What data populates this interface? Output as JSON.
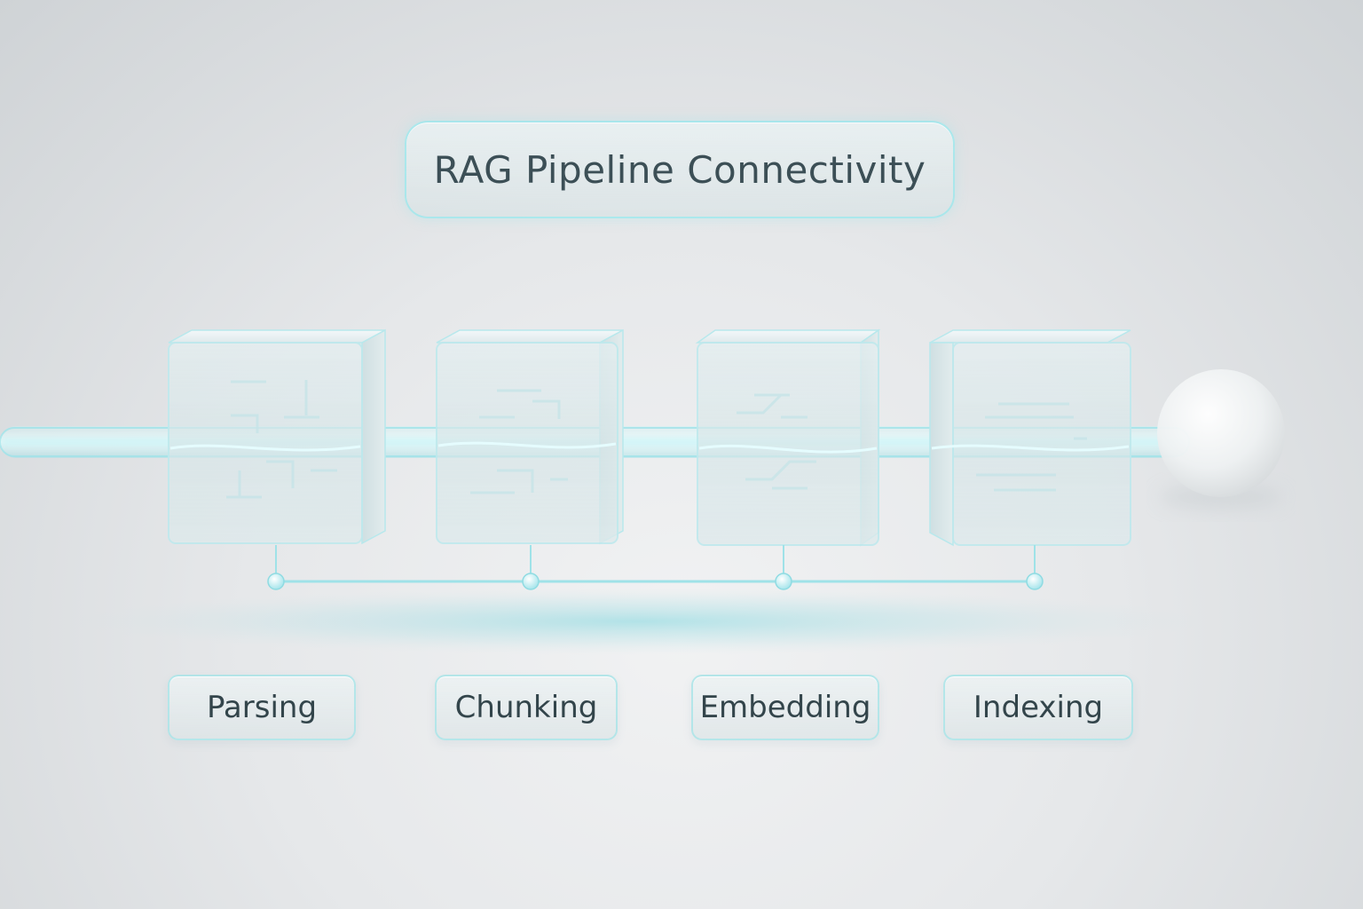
{
  "title": "RAG Pipeline Connectivity",
  "stages": [
    {
      "label": "Parsing"
    },
    {
      "label": "Chunking"
    },
    {
      "label": "Embedding"
    },
    {
      "label": "Indexing"
    }
  ],
  "colors": {
    "accent": "#8fe3ea",
    "text": "#3c4f56",
    "background": "#e6e8ea"
  }
}
